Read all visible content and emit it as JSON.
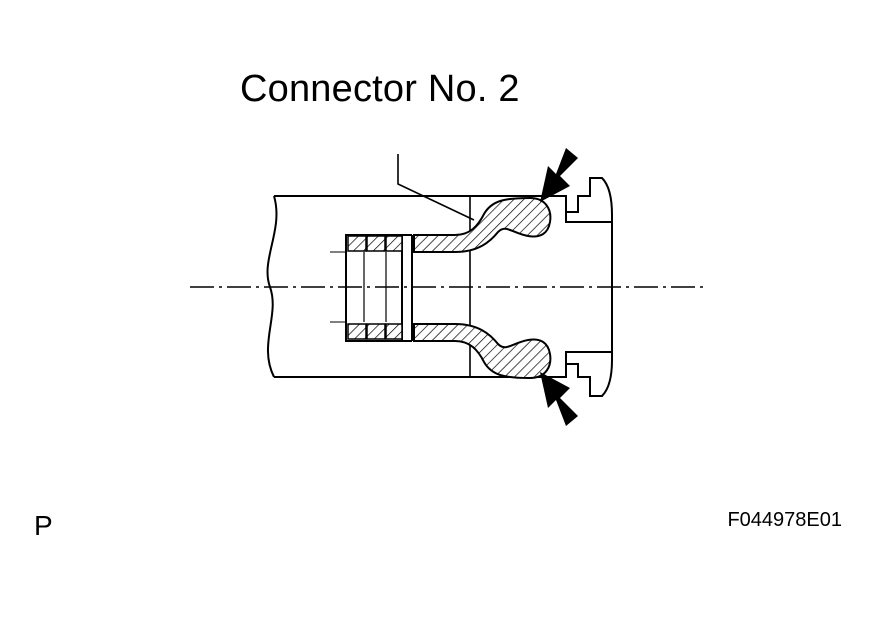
{
  "diagram": {
    "title": "Connector No. 2",
    "figure_code": "F044978E01",
    "corner_mark": "P"
  },
  "colors": {
    "ink": "#000000",
    "paper": "#ffffff"
  },
  "icons": {
    "arrow_upper": "arrow-down-left-icon",
    "arrow_lower": "arrow-up-left-icon"
  }
}
